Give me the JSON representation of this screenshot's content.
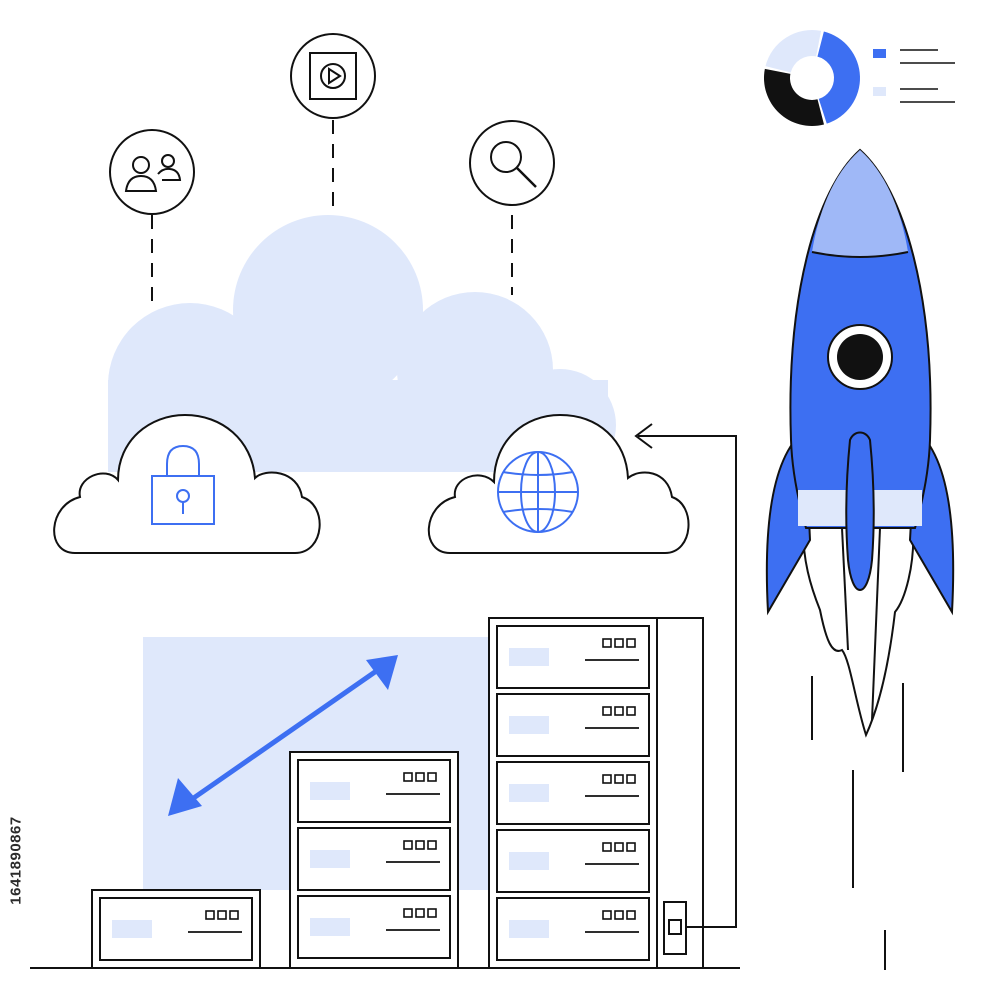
{
  "illustration": {
    "stock_id": "1641890867",
    "colors": {
      "accent_blue": "#3d6ff2",
      "light_blue": "#dfe8fb",
      "pale_blue": "#9fb8f7",
      "outline": "#111111",
      "white": "#ffffff"
    },
    "icons": [
      "users-icon",
      "video-play-icon",
      "search-icon",
      "lock-icon",
      "globe-icon",
      "donut-chart-icon",
      "legend-lines-icon",
      "rocket-icon",
      "double-arrow-icon",
      "server-rack-icon",
      "connector-arrow-icon"
    ],
    "donut_chart": {
      "segments": [
        {
          "color": "#3d6ff2",
          "fraction": 0.42
        },
        {
          "color": "#111111",
          "fraction": 0.33
        },
        {
          "color": "#dfe8fb",
          "fraction": 0.25
        }
      ]
    }
  }
}
